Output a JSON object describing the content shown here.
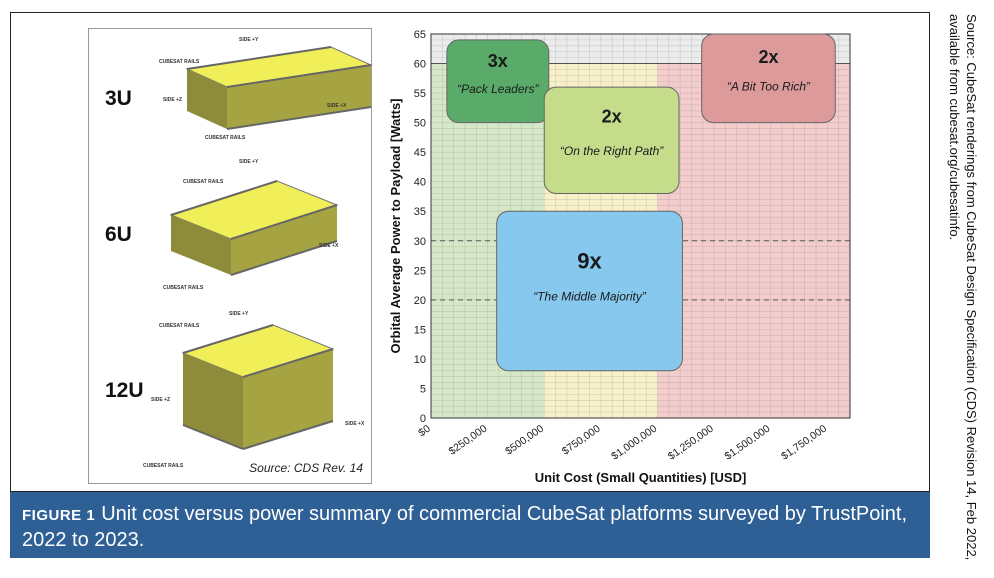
{
  "caption": {
    "label": "FIGURE 1",
    "text": "Unit cost versus power summary of commercial CubeSat platforms surveyed by TrustPoint, 2022 to 2023."
  },
  "side_note": "Source: CubeSat renderings from CubeSat Design Specification (CDS) Revision 14, Feb 2022, available from cubesat.org/cubesatinfo.",
  "renderings": {
    "source": "Source: CDS Rev. 14",
    "units": [
      {
        "label": "3U",
        "labels": [
          "CUBESAT RAILS",
          "SIDE +Y",
          "SIDE +Z",
          "SIDE +X",
          "CUBESAT RAILS"
        ]
      },
      {
        "label": "6U",
        "labels": [
          "CUBESAT RAILS",
          "SIDE +Y",
          "SIDE +X",
          "CUBESAT RAILS"
        ]
      },
      {
        "label": "12U",
        "labels": [
          "CUBESAT RAILS",
          "SIDE +Y",
          "SIDE +Z",
          "SIDE +X",
          "CUBESAT RAILS"
        ]
      }
    ]
  },
  "chart_data": {
    "type": "scatter",
    "xlabel": "Unit Cost (Small Quantities) [USD]",
    "ylabel": "Orbital Average Power to Payload [Watts]",
    "xlim": [
      0,
      1850000
    ],
    "ylim": [
      0,
      65
    ],
    "x_ticks": [
      0,
      250000,
      500000,
      750000,
      1000000,
      1250000,
      1500000,
      1750000
    ],
    "x_tick_labels": [
      "$0",
      "$250,000",
      "$500,000",
      "$750,000",
      "$1,000,000",
      "$1,250,000",
      "$1,500,000",
      "$1,750,000"
    ],
    "y_ticks": [
      0,
      5,
      10,
      15,
      20,
      25,
      30,
      35,
      40,
      45,
      50,
      55,
      60,
      65
    ],
    "grid": true,
    "bands": [
      {
        "x0": 0,
        "x1": 500000,
        "color": "#d6e8c8"
      },
      {
        "x0": 500000,
        "x1": 1000000,
        "color": "#f8f0c8"
      },
      {
        "x0": 1000000,
        "x1": 1850000,
        "color": "#f3cccc"
      },
      {
        "y0": 60,
        "y1": 65,
        "color": "#ececec"
      }
    ],
    "reference_lines": [
      {
        "y": 60,
        "style": "solid"
      },
      {
        "y": 30,
        "style": "dashed"
      },
      {
        "y": 20,
        "style": "dashed"
      }
    ],
    "groups": [
      {
        "count": "3x",
        "name": "“Pack Leaders”",
        "x0": 70000,
        "x1": 520000,
        "y0": 50,
        "y1": 64,
        "color": "#5aab6a"
      },
      {
        "count": "2x",
        "name": "“On the Right Path”",
        "x0": 500000,
        "x1": 1095000,
        "y0": 38,
        "y1": 56,
        "color": "#c5dc8a"
      },
      {
        "count": "2x",
        "name": "“A Bit Too Rich”",
        "x0": 1195000,
        "x1": 1785000,
        "y0": 50,
        "y1": 65,
        "color": "#dc9a9a"
      },
      {
        "count": "9x",
        "name": "“The Middle Majority”",
        "x0": 290000,
        "x1": 1110000,
        "y0": 8,
        "y1": 35,
        "color": "#86c8ee"
      }
    ]
  }
}
